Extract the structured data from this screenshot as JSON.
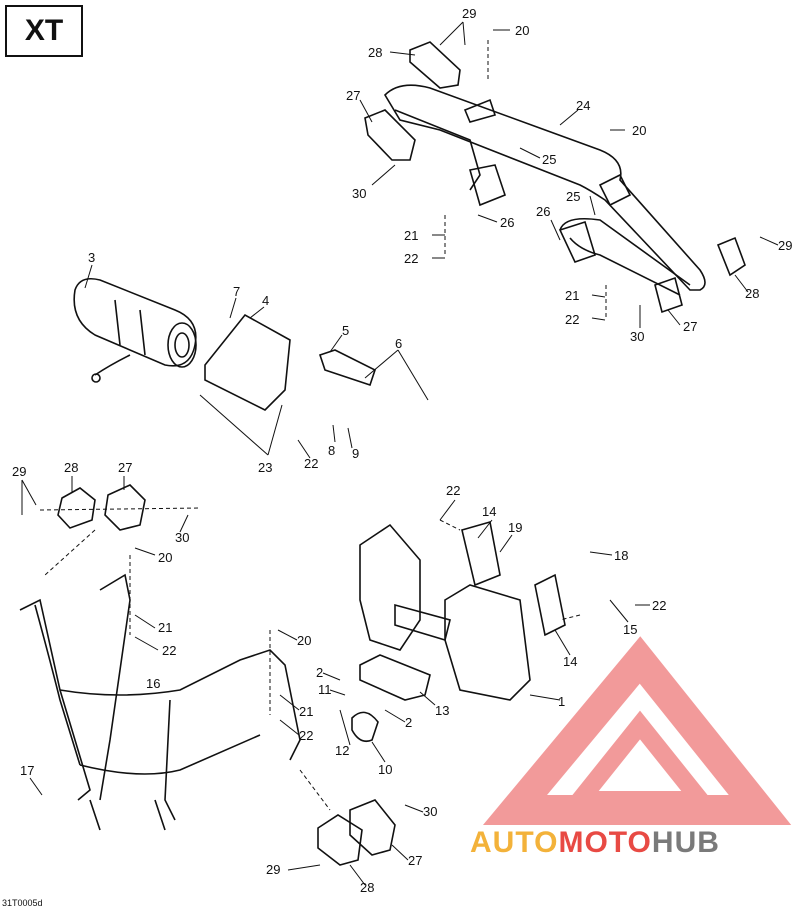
{
  "model_tag": "XT",
  "footer_code": "31T0005d",
  "watermark": {
    "part1": "AUTO",
    "part2": "MOTO",
    "part3": "HUB",
    "color1": "#f3b23a",
    "color2": "#e84a44",
    "color3": "#7a7a7a"
  },
  "callouts": [
    {
      "id": "c29a",
      "text": "29"
    },
    {
      "id": "c20a",
      "text": "20"
    },
    {
      "id": "c28a",
      "text": "28"
    },
    {
      "id": "c27a",
      "text": "27"
    },
    {
      "id": "c24",
      "text": "24"
    },
    {
      "id": "c20b",
      "text": "20"
    },
    {
      "id": "c25a",
      "text": "25"
    },
    {
      "id": "c30a",
      "text": "30"
    },
    {
      "id": "c25b",
      "text": "25"
    },
    {
      "id": "c26a",
      "text": "26"
    },
    {
      "id": "c26b",
      "text": "26"
    },
    {
      "id": "c21a",
      "text": "21"
    },
    {
      "id": "c22a",
      "text": "22"
    },
    {
      "id": "c29b",
      "text": "29"
    },
    {
      "id": "c21b",
      "text": "21"
    },
    {
      "id": "c28b",
      "text": "28"
    },
    {
      "id": "c22b",
      "text": "22"
    },
    {
      "id": "c30b",
      "text": "30"
    },
    {
      "id": "c27b",
      "text": "27"
    },
    {
      "id": "c3",
      "text": "3"
    },
    {
      "id": "c7",
      "text": "7"
    },
    {
      "id": "c4",
      "text": "4"
    },
    {
      "id": "c5",
      "text": "5"
    },
    {
      "id": "c6",
      "text": "6"
    },
    {
      "id": "c23",
      "text": "23"
    },
    {
      "id": "c22c",
      "text": "22"
    },
    {
      "id": "c8",
      "text": "8"
    },
    {
      "id": "c9",
      "text": "9"
    },
    {
      "id": "c29c",
      "text": "29"
    },
    {
      "id": "c28c",
      "text": "28"
    },
    {
      "id": "c27c",
      "text": "27"
    },
    {
      "id": "c30c",
      "text": "30"
    },
    {
      "id": "c20c",
      "text": "20"
    },
    {
      "id": "c21c",
      "text": "21"
    },
    {
      "id": "c22d",
      "text": "22"
    },
    {
      "id": "c22e",
      "text": "22"
    },
    {
      "id": "c14a",
      "text": "14"
    },
    {
      "id": "c19",
      "text": "19"
    },
    {
      "id": "c18",
      "text": "18"
    },
    {
      "id": "c22f",
      "text": "22"
    },
    {
      "id": "c15",
      "text": "15"
    },
    {
      "id": "c14b",
      "text": "14"
    },
    {
      "id": "c20d",
      "text": "20"
    },
    {
      "id": "c2a",
      "text": "2"
    },
    {
      "id": "c16",
      "text": "16"
    },
    {
      "id": "c11",
      "text": "11"
    },
    {
      "id": "c13",
      "text": "13"
    },
    {
      "id": "c1",
      "text": "1"
    },
    {
      "id": "c21d",
      "text": "21"
    },
    {
      "id": "c2b",
      "text": "2"
    },
    {
      "id": "c22g",
      "text": "22"
    },
    {
      "id": "c12",
      "text": "12"
    },
    {
      "id": "c10",
      "text": "10"
    },
    {
      "id": "c17",
      "text": "17"
    },
    {
      "id": "c30d",
      "text": "30"
    },
    {
      "id": "c27d",
      "text": "27"
    },
    {
      "id": "c29d",
      "text": "29"
    },
    {
      "id": "c28d",
      "text": "28"
    }
  ]
}
